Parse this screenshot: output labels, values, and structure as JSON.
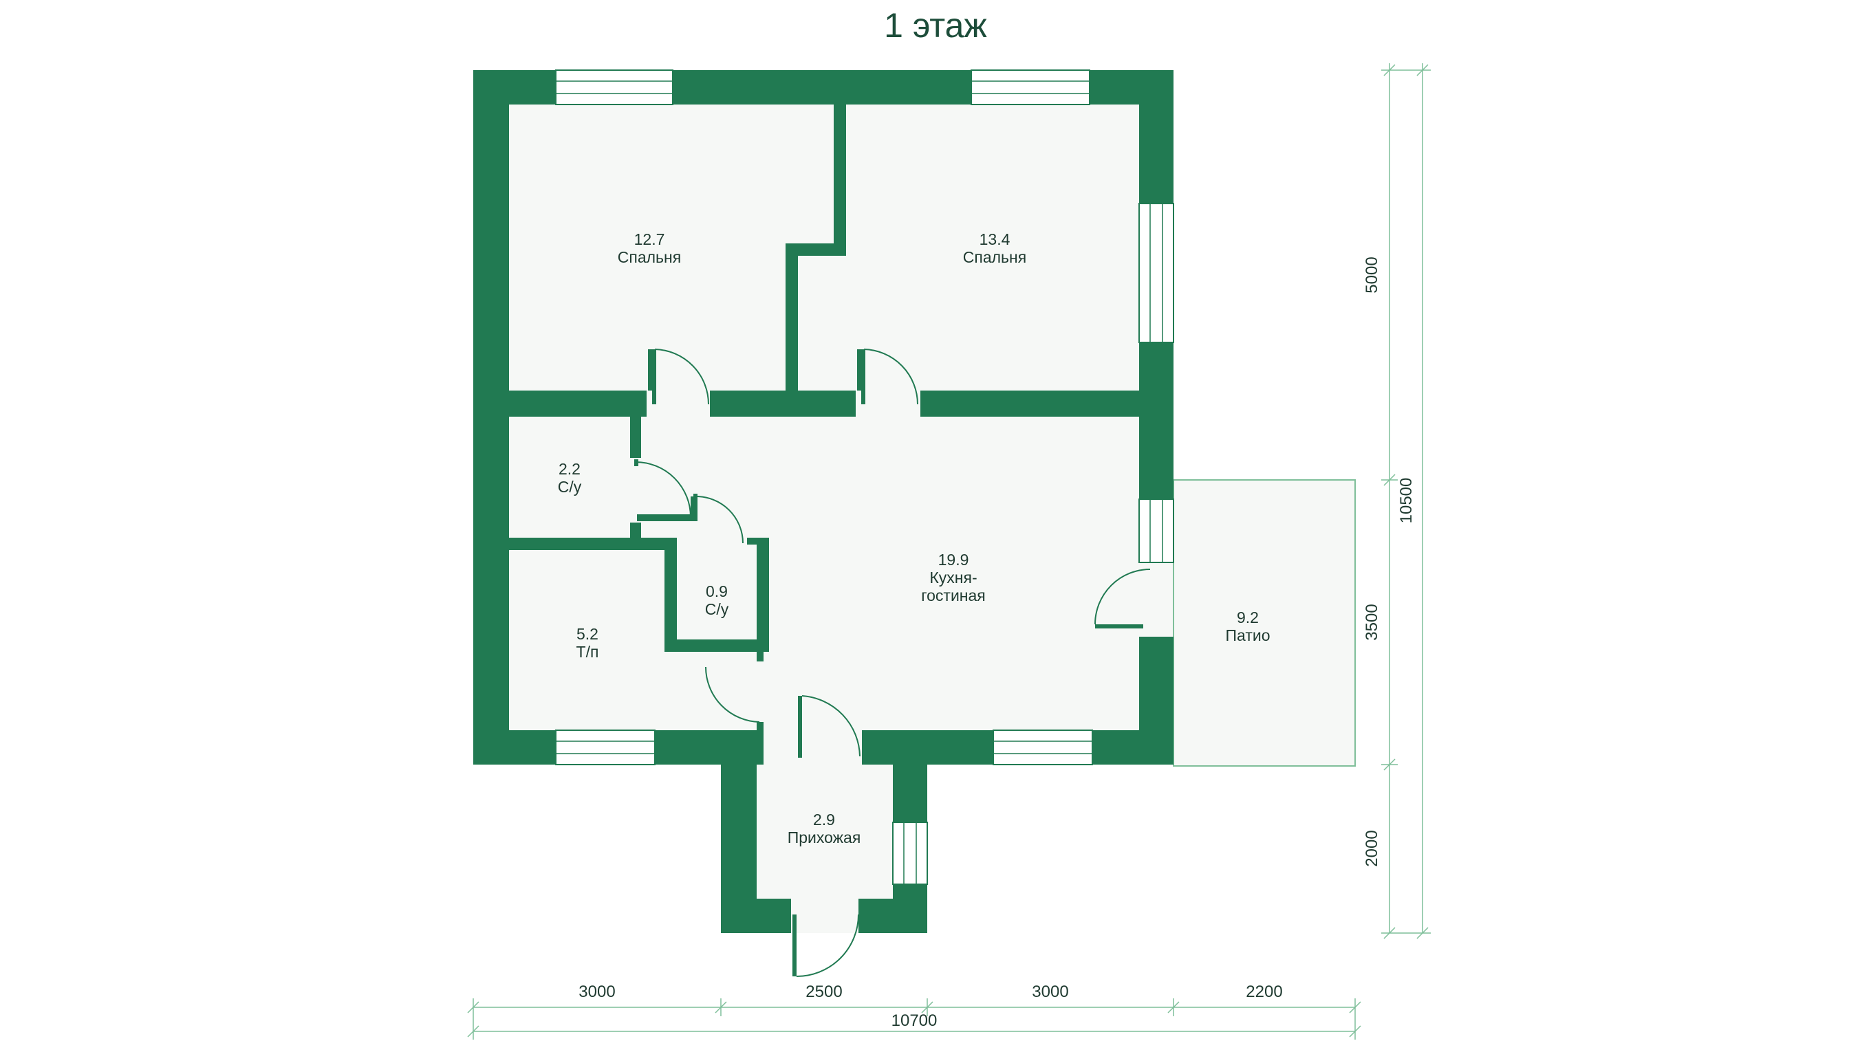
{
  "title": "1 этаж",
  "rooms": {
    "bedroom_left": {
      "area": "12.7",
      "name": "Спальня"
    },
    "bedroom_right": {
      "area": "13.4",
      "name": "Спальня"
    },
    "wc_large": {
      "area": "2.2",
      "name": "С/у"
    },
    "wc_small": {
      "area": "0.9",
      "name": "С/у"
    },
    "utility": {
      "area": "5.2",
      "name": "Т/п"
    },
    "living": {
      "area": "19.9",
      "name_line1": "Кухня-",
      "name_line2": "гостиная"
    },
    "patio": {
      "area": "9.2",
      "name": "Патио"
    },
    "hallway": {
      "area": "2.9",
      "name": "Прихожая"
    }
  },
  "dimensions": {
    "bottom": [
      "3000",
      "2500",
      "3000",
      "2200"
    ],
    "bottom_total": "10700",
    "right": [
      "5000",
      "3500",
      "2000"
    ],
    "right_total": "10500"
  },
  "colors": {
    "wall": "#217a52",
    "floor": "#f6f8f6",
    "dimension_line": "#7fbf9a",
    "text": "#1f3a30"
  }
}
